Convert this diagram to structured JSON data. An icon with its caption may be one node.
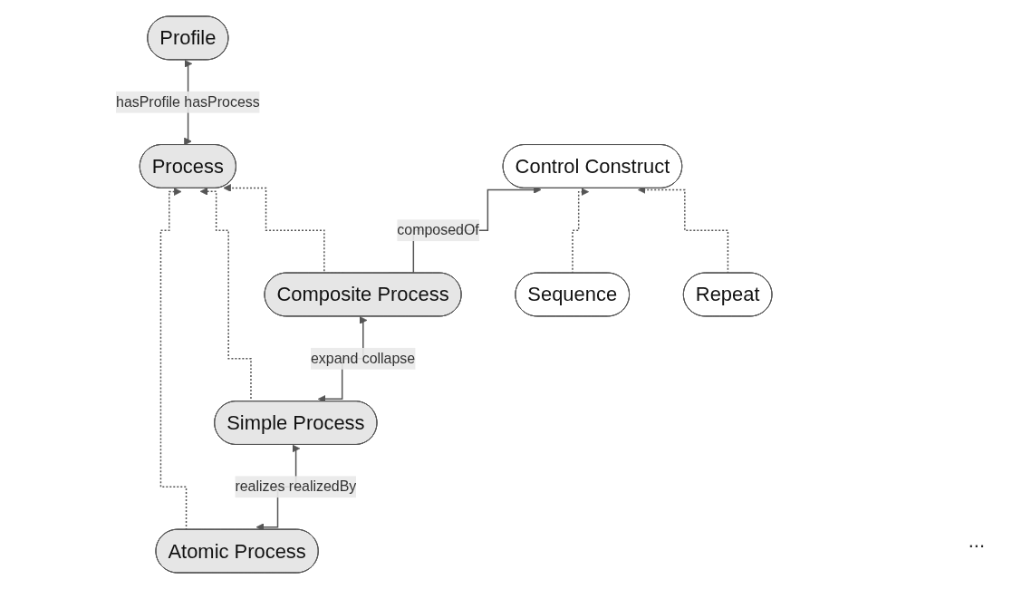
{
  "diagram": {
    "nodes": [
      {
        "text": [
          "Process"
        ]
      },
      {
        "text": [
          "Profile"
        ]
      },
      {
        "text": [
          "Atomic Process"
        ]
      },
      {
        "text": [
          "Composite Process"
        ]
      },
      {
        "text": [
          "Control Construct"
        ]
      },
      {
        "text": [
          "Simple Process"
        ]
      },
      {
        "text": [
          "Sequence"
        ]
      },
      {
        "text": [
          "Repeat"
        ]
      }
    ],
    "edges": [
      {
        "from": 0,
        "to": 1,
        "arrow": "both",
        "label": "hasProfile hasProcess"
      },
      {
        "from": 2,
        "to": 0,
        "arrow": "to",
        "style": "dashed"
      },
      {
        "from": 5,
        "to": 0,
        "arrow": "to",
        "style": "dashed"
      },
      {
        "from": 3,
        "to": 0,
        "arrow": "to",
        "style": "dashed"
      },
      {
        "from": 3,
        "to": 4,
        "arrow": "to",
        "label": "composedOf"
      },
      {
        "from": 2,
        "to": 5,
        "arrow": "both",
        "label": "realizes realizedBy"
      },
      {
        "from": 5,
        "to": 3,
        "arrow": "both",
        "label": "expand collapse"
      },
      {
        "from": 6,
        "to": 4,
        "arrow": "to",
        "style": "dashed"
      },
      {
        "from": 7,
        "to": 4,
        "arrow": "to",
        "style": "dashed"
      }
    ],
    "labels": [
      "..."
    ]
  }
}
